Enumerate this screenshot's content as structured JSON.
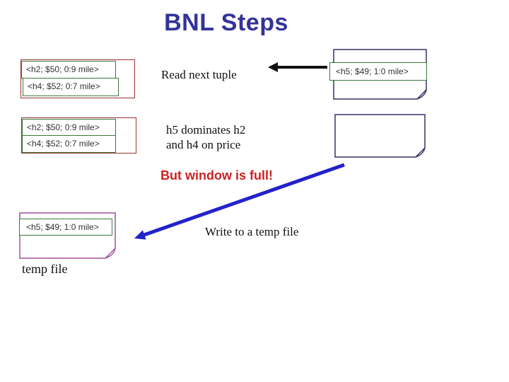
{
  "title": "BNL Steps",
  "colors": {
    "title": "#333399",
    "window_border": "#993333",
    "cell_border": "#3a7a3a",
    "cell_text": "#333333",
    "note_border": "#333366",
    "temp_note_border": "#a050a0",
    "warning_text": "#cc2222",
    "blue_arrow": "#2222cc",
    "black_arrow": "#111111"
  },
  "window1": {
    "rows": [
      "<h2; $50; 0:9 mile>",
      "<h4; $52; 0:7 mile>"
    ]
  },
  "window2": {
    "rows": [
      "<h2; $50; 0:9 mile>",
      "<h4; $52; 0:7 mile>"
    ]
  },
  "tuple_note": {
    "value": "<h5; $49; 1:0 mile>"
  },
  "temp_note": {
    "value": "<h5; $49; 1:0 mile>",
    "label": "temp file"
  },
  "captions": {
    "read_next_tuple": "Read next tuple",
    "dominates": "h5 dominates h2\nand h4 on price",
    "window_full": "But window is full!",
    "write_temp": "Write to a temp file"
  }
}
